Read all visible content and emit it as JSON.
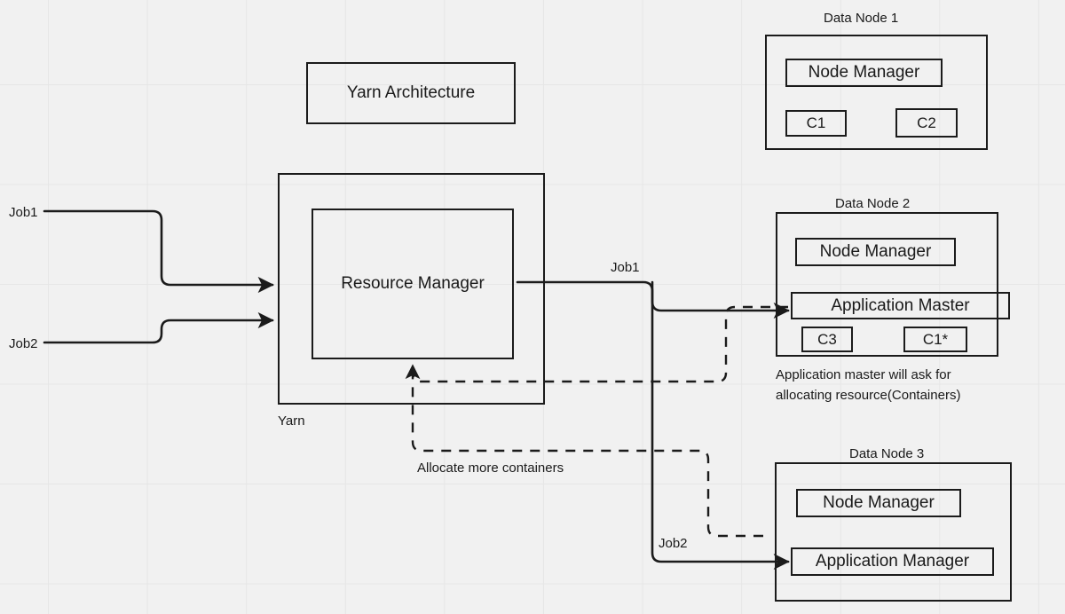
{
  "diagram": {
    "title_box": {
      "label": "Yarn Architecture"
    },
    "yarn": {
      "caption": "Yarn",
      "resource_manager": "Resource Manager"
    },
    "inputs": [
      {
        "label": "Job1"
      },
      {
        "label": "Job2"
      }
    ],
    "edge_labels": {
      "job1_mid": "Job1",
      "job2_mid": "Job2",
      "allocate": "Allocate more containers"
    },
    "notes": {
      "app_master_line1": "Application master will ask for",
      "app_master_line2": "allocating resource(Containers)"
    },
    "data_nodes": [
      {
        "caption": "Data Node 1",
        "node_manager": "Node Manager",
        "containers": [
          "C1",
          "C2"
        ]
      },
      {
        "caption": "Data Node 2",
        "node_manager": "Node Manager",
        "app_box": "Application Master",
        "containers": [
          "C3",
          "C1*"
        ]
      },
      {
        "caption": "Data Node 3",
        "node_manager": "Node Manager",
        "app_box": "Application Manager",
        "containers": []
      }
    ],
    "colors": {
      "background": "#f1f1f1",
      "grid_line": "#e6e6e6",
      "stroke": "#1b1b1b",
      "text": "#1a1a1a"
    }
  }
}
